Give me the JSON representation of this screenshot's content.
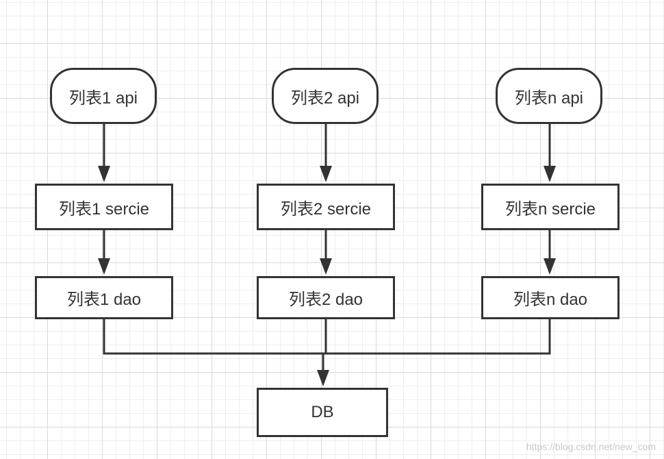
{
  "nodes": {
    "api_1": "列表1 api",
    "api_2": "列表2 api",
    "api_n": "列表n api",
    "service_1": "列表1 sercie",
    "service_2": "列表2 sercie",
    "service_n": "列表n sercie",
    "dao_1": "列表1 dao",
    "dao_2": "列表2 dao",
    "dao_n": "列表n dao",
    "db": "DB"
  },
  "watermark": "https://blog.csdn.net/new_com",
  "colors": {
    "stroke": "#333333",
    "grid_major": "#d9d9d9",
    "grid_minor": "#eeeeee",
    "background": "#ffffff"
  }
}
